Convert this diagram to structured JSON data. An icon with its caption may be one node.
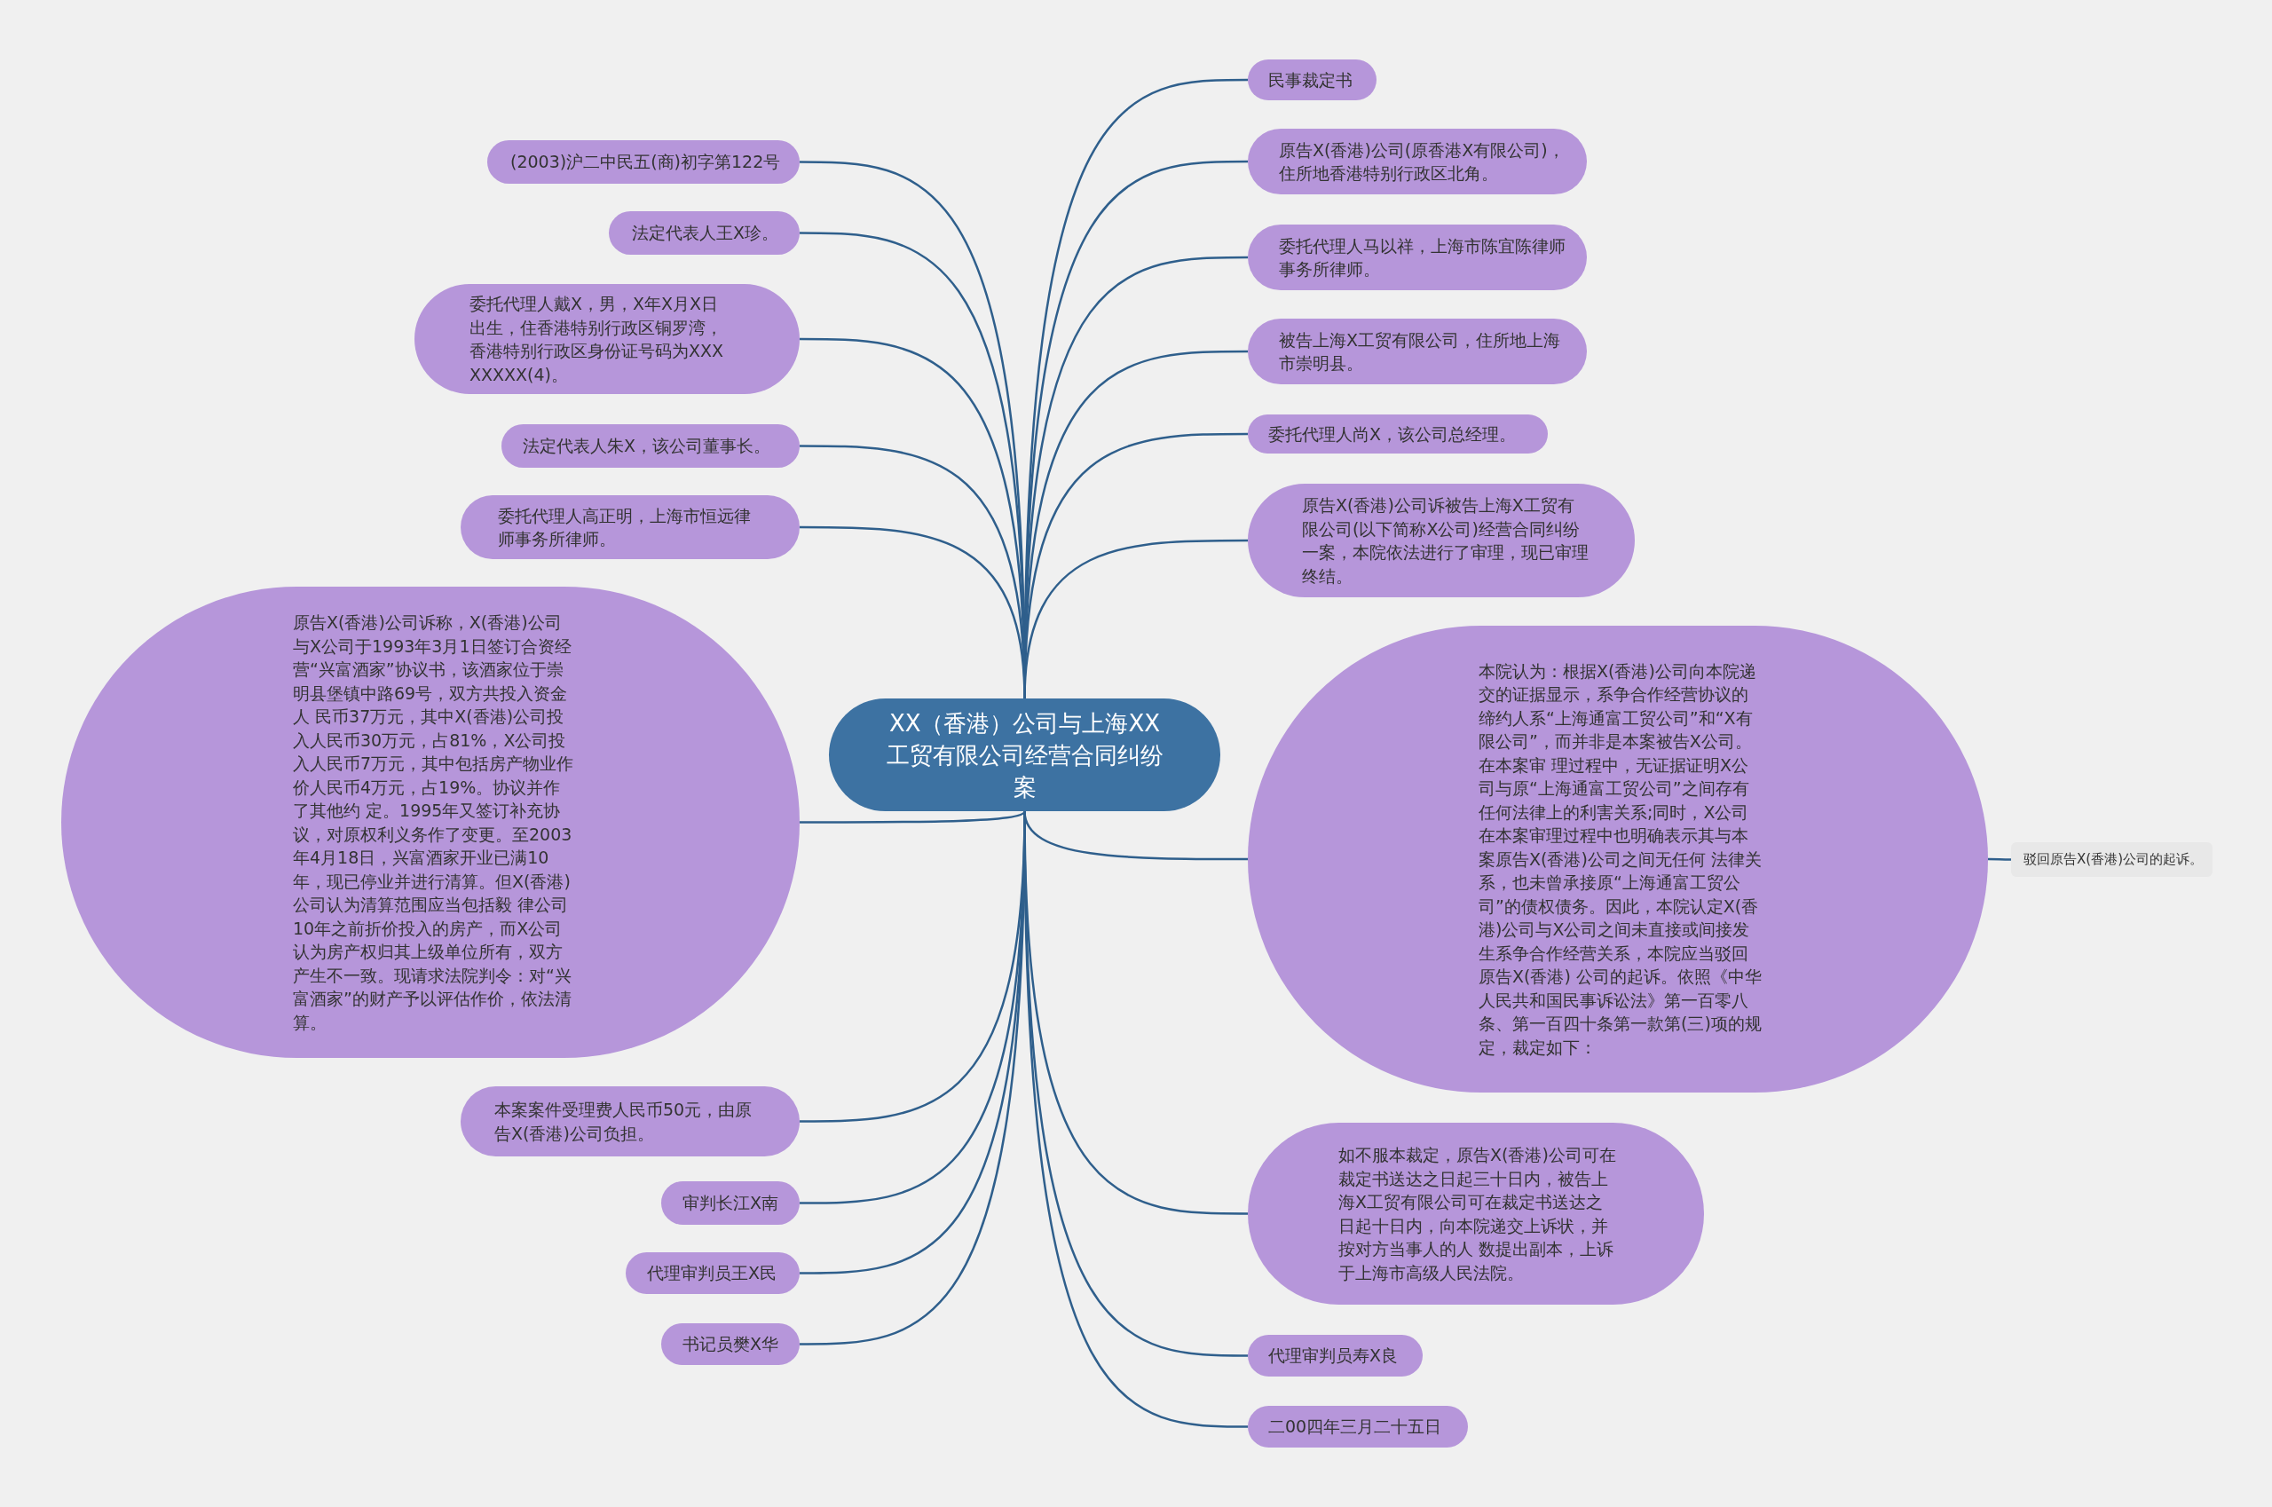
{
  "diagram": {
    "nodes": [
      {
        "text": [
          "XX（香港）公司与上海XX工贸有限公司经营合同纠纷案"
        ]
      },
      {
        "text": [
          "民事裁定书"
        ]
      },
      {
        "text": [
          "原告X(香港)公司(原香港X有限公司)，住所地香港特别行政区北角。"
        ]
      },
      {
        "text": [
          "委托代理人马以祥，上海市陈宜陈律师事务所律师。"
        ]
      },
      {
        "text": [
          "被告上海X工贸有限公司，住所地上海市崇明县。"
        ]
      },
      {
        "text": [
          "委托代理人尚X，该公司总经理。"
        ]
      },
      {
        "text": [
          "原告X(香港)公司诉被告上海X工贸有限公司(以下简称X公司)经营合同纠纷一案，本院依法进行了审理，现已审理终结。"
        ]
      },
      {
        "text": [
          "本院认为：根据X(香港)公司向本院递交的证据显示，系争合作经营协议的缔约人系“上海通富工贸公司”和“X有限公司”，而并非是本案被告X公司。在本案审 理过程中，无证据证明X公司与原“上海通富工贸公司”之间存有任何法律上的利害关系;同时，X公司在本案审理过程中也明确表示其与本案原告X(香港)公司之间无任何 法律关系，也未曾承接原“上海通富工贸公司”的债权债务。因此，本院认定X(香港)公司与X公司之间未直接或间接发生系争合作经营关系，本院应当驳回原告X(香港) 公司的起诉。依照《中华人民共和国民事诉讼法》第一百零八条、第一百四十条第一款第(三)项的规定，裁定如下："
        ]
      },
      {
        "text": [
          "驳回原告X(香港)公司的起诉。"
        ]
      },
      {
        "text": [
          "如不服本裁定，原告X(香港)公司可在裁定书送达之日起三十日内，被告上海X工贸有限公司可在裁定书送达之日起十日内，向本院递交上诉状，并按对方当事人的人 数提出副本，上诉于上海市高级人民法院。"
        ]
      },
      {
        "text": [
          "代理审判员寿X良"
        ]
      },
      {
        "text": [
          "二00四年三月二十五日"
        ]
      },
      {
        "text": [
          "(2003)沪二中民五(商)初字第122号"
        ]
      },
      {
        "text": [
          "法定代表人王X珍。"
        ]
      },
      {
        "text": [
          "委托代理人戴X，男，X年X月X日出生，住香港特别行政区铜罗湾，香港特别行政区身份证号码为XXXXXXXX(4)。"
        ]
      },
      {
        "text": [
          "法定代表人朱X，该公司董事长。"
        ]
      },
      {
        "text": [
          "委托代理人高正明，上海市恒远律师事务所律师。"
        ]
      },
      {
        "text": [
          "原告X(香港)公司诉称，X(香港)公司与X公司于1993年3月1日签订合资经营“兴富酒家”协议书，该酒家位于崇明县堡镇中路69号，双方共投入资金人 民币37万元，其中X(香港)公司投入人民币30万元，占81%，X公司投入人民币7万元，其中包括房产物业作价人民币4万元，占19%。协议并作了其他约 定。1995年又签订补充协议，对原权利义务作了变更。至2003年4月18日，兴富酒家开业已满10年，现已停业并进行清算。但X(香港)公司认为清算范围应当包括毅 律公司10年之前折价投入的房产，而X公司认为房产权归其上级单位所有，双方产生不一致。现请求法院判令：对“兴富酒家”的财产予以评估作价，依法清算。"
        ]
      },
      {
        "text": [
          "本案案件受理费人民币50元，由原告X(香港)公司负担。"
        ]
      },
      {
        "text": [
          "审判长江X南"
        ]
      },
      {
        "text": [
          "代理审判员王X民"
        ]
      },
      {
        "text": [
          "书记员樊X华"
        ]
      }
    ],
    "edges": [
      {
        "from": 0,
        "to": 1,
        "arrow": "none"
      },
      {
        "from": 0,
        "to": 2,
        "arrow": "none"
      },
      {
        "from": 0,
        "to": 3,
        "arrow": "none"
      },
      {
        "from": 0,
        "to": 4,
        "arrow": "none"
      },
      {
        "from": 0,
        "to": 5,
        "arrow": "none"
      },
      {
        "from": 0,
        "to": 6,
        "arrow": "none"
      },
      {
        "from": 0,
        "to": 7,
        "arrow": "none"
      },
      {
        "from": 7,
        "to": 8,
        "arrow": "none"
      },
      {
        "from": 0,
        "to": 9,
        "arrow": "none"
      },
      {
        "from": 0,
        "to": 10,
        "arrow": "none"
      },
      {
        "from": 0,
        "to": 11,
        "arrow": "none"
      },
      {
        "from": 0,
        "to": 12,
        "arrow": "none"
      },
      {
        "from": 0,
        "to": 13,
        "arrow": "none"
      },
      {
        "from": 0,
        "to": 14,
        "arrow": "none"
      },
      {
        "from": 0,
        "to": 15,
        "arrow": "none"
      },
      {
        "from": 0,
        "to": 16,
        "arrow": "none"
      },
      {
        "from": 0,
        "to": 17,
        "arrow": "none"
      },
      {
        "from": 0,
        "to": 18,
        "arrow": "none"
      },
      {
        "from": 0,
        "to": 19,
        "arrow": "none"
      },
      {
        "from": 0,
        "to": 20,
        "arrow": "none"
      },
      {
        "from": 0,
        "to": 21,
        "arrow": "none"
      }
    ]
  }
}
